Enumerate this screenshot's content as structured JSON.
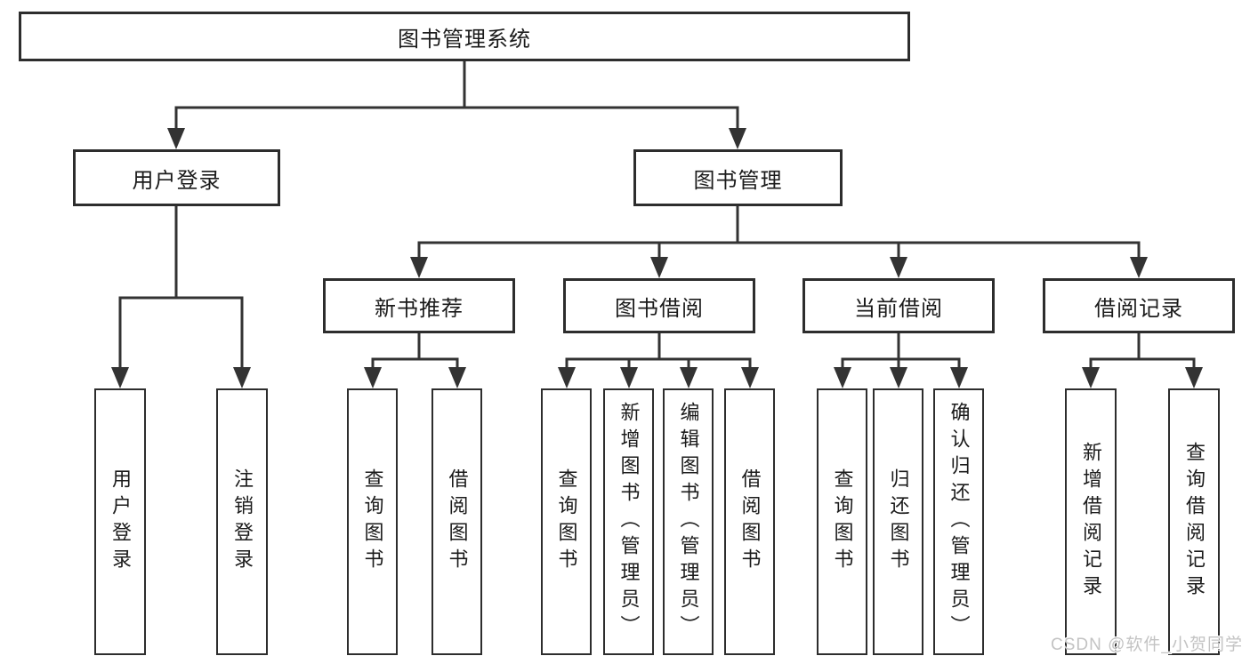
{
  "diagram": {
    "root": "图书管理系统",
    "level2": {
      "user_login": "用户登录",
      "book_management": "图书管理"
    },
    "level3": {
      "new_book_recommend": "新书推荐",
      "book_borrow": "图书借阅",
      "current_borrow": "当前借阅",
      "borrow_records": "借阅记录"
    },
    "leaves": {
      "user_login": [
        "用户登录",
        "注销登录"
      ],
      "new_book_recommend": [
        "查询图书",
        "借阅图书"
      ],
      "book_borrow": [
        "查询图书",
        "新增图书（管理员）",
        "编辑图书（管理员）",
        "借阅图书"
      ],
      "current_borrow": [
        "查询图书",
        "归还图书",
        "确认归还（管理员）"
      ],
      "borrow_records": [
        "新增借阅记录",
        "查询借阅记录"
      ]
    }
  },
  "watermark": "CSDN @软件_小贺同学",
  "colors": {
    "line": "#333333",
    "border": "#2d2d2d",
    "text": "#1b1b1b",
    "watermark": "#c3c3c3",
    "bg": "#ffffff"
  }
}
